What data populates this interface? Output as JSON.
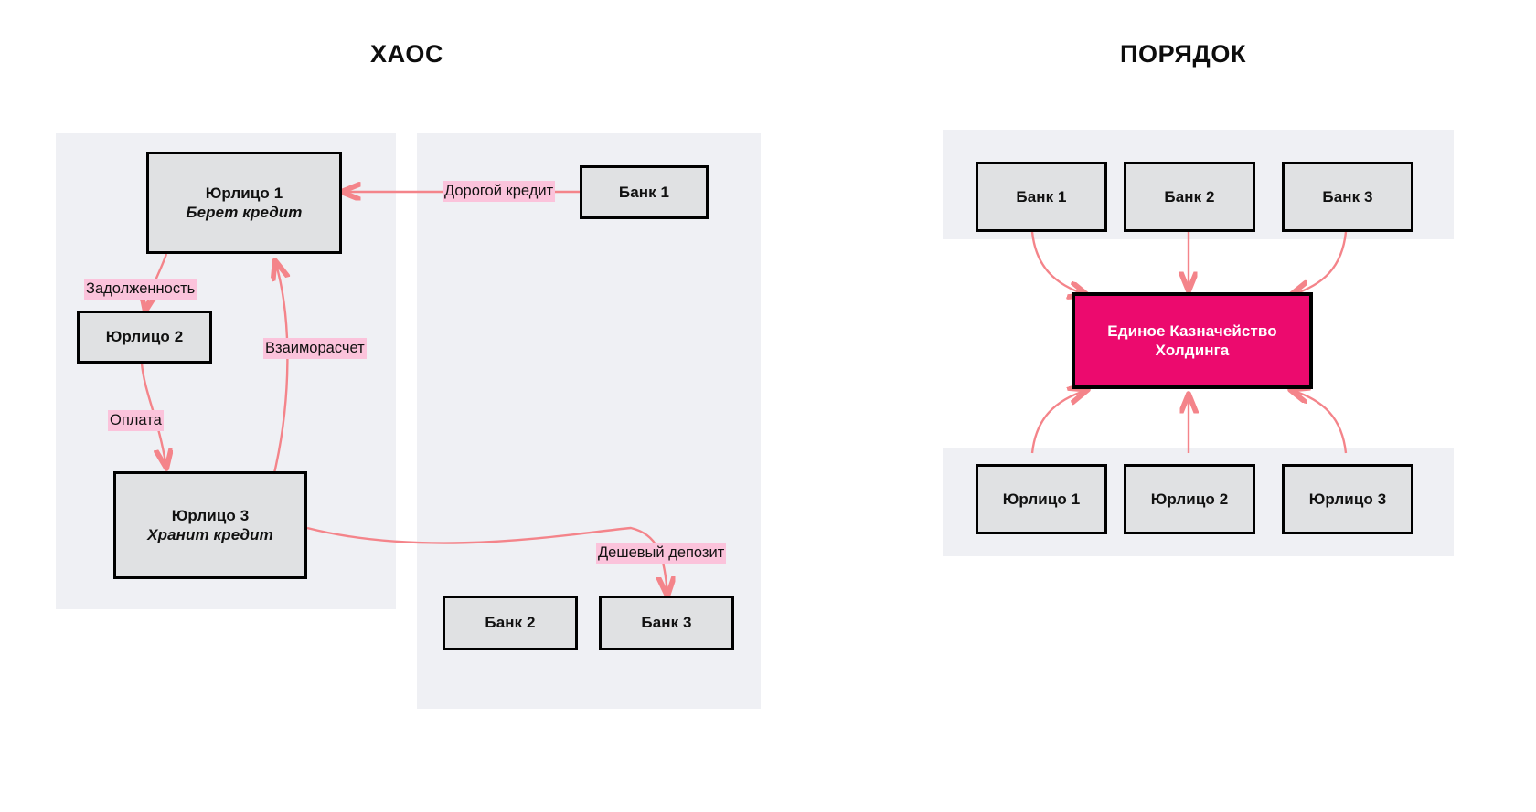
{
  "meta": {
    "colors": {
      "panel_bg": "#eff0f4",
      "node_fill": "#e0e1e3",
      "node_border": "#000000",
      "treasury_fill": "#ec0a6e",
      "treasury_text": "#ffffff",
      "label_highlight": "#fbc3db",
      "arrow": "#f4848a",
      "page_bg": "#ffffff"
    }
  },
  "headings": {
    "left": "ХАОС",
    "right": "ПОРЯДОК"
  },
  "chaos": {
    "entities": [
      {
        "title": "Юрлицо 1",
        "subtitle": "Берет кредит"
      },
      {
        "title": "Юрлицо 2",
        "subtitle": ""
      },
      {
        "title": "Юрлицо 3",
        "subtitle": "Хранит кредит"
      }
    ],
    "banks": [
      {
        "title": "Банк 1"
      },
      {
        "title": "Банк 2"
      },
      {
        "title": "Банк 3"
      }
    ],
    "edge_labels": [
      "Дорогой кредит",
      "Задолженность",
      "Взаиморасчет",
      "Оплата",
      "Дешевый депозит"
    ]
  },
  "order": {
    "banks": [
      {
        "title": "Банк 1"
      },
      {
        "title": "Банк 2"
      },
      {
        "title": "Банк 3"
      }
    ],
    "treasury": {
      "line1": "Единое Казначейство",
      "line2": "Холдинга"
    },
    "entities": [
      {
        "title": "Юрлицо 1"
      },
      {
        "title": "Юрлицо 2"
      },
      {
        "title": "Юрлицо 3"
      }
    ]
  }
}
